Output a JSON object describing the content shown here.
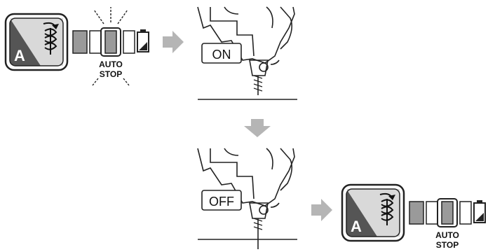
{
  "panel_top": {
    "mode_letter": "A",
    "status_label_line1": "AUTO",
    "status_label_line2": "STOP"
  },
  "drill_top": {
    "switch_label": "ON"
  },
  "drill_bottom": {
    "switch_label": "OFF"
  },
  "panel_bottom": {
    "mode_letter": "A",
    "status_label_line1": "AUTO",
    "status_label_line2": "STOP"
  }
}
